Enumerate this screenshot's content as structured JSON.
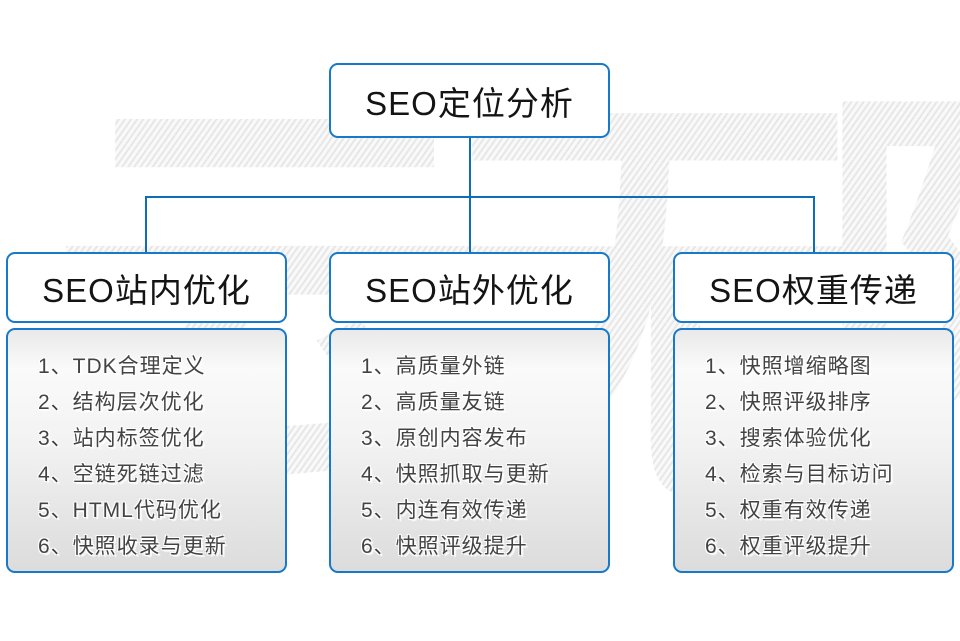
{
  "diagram": {
    "watermark": "云无限",
    "root": {
      "label": "SEO定位分析"
    },
    "columns": [
      {
        "header": "SEO站内优化",
        "items": [
          "1、TDK合理定义",
          "2、结构层次优化",
          "3、站内标签优化",
          "4、空链死链过滤",
          "5、HTML代码优化",
          "6、快照收录与更新"
        ]
      },
      {
        "header": "SEO站外优化",
        "items": [
          "1、高质量外链",
          "2、高质量友链",
          "3、原创内容发布",
          "4、快照抓取与更新",
          "5、内连有效传递",
          "6、快照评级提升"
        ]
      },
      {
        "header": "SEO权重传递",
        "items": [
          "1、快照增缩略图",
          "2、快照评级排序",
          "3、搜索体验优化",
          "4、检索与目标访问",
          "5、权重有效传递",
          "6、权重评级提升"
        ]
      }
    ]
  },
  "colors": {
    "box_border": "#1779c9",
    "connector": "#0f6cb6",
    "header_text": "#141414",
    "item_text": "#434343",
    "list_gradient_top": "#e9e9e9",
    "list_gradient_bottom": "#dcdcdc",
    "watermark_hatch": "#e7e7e7"
  }
}
